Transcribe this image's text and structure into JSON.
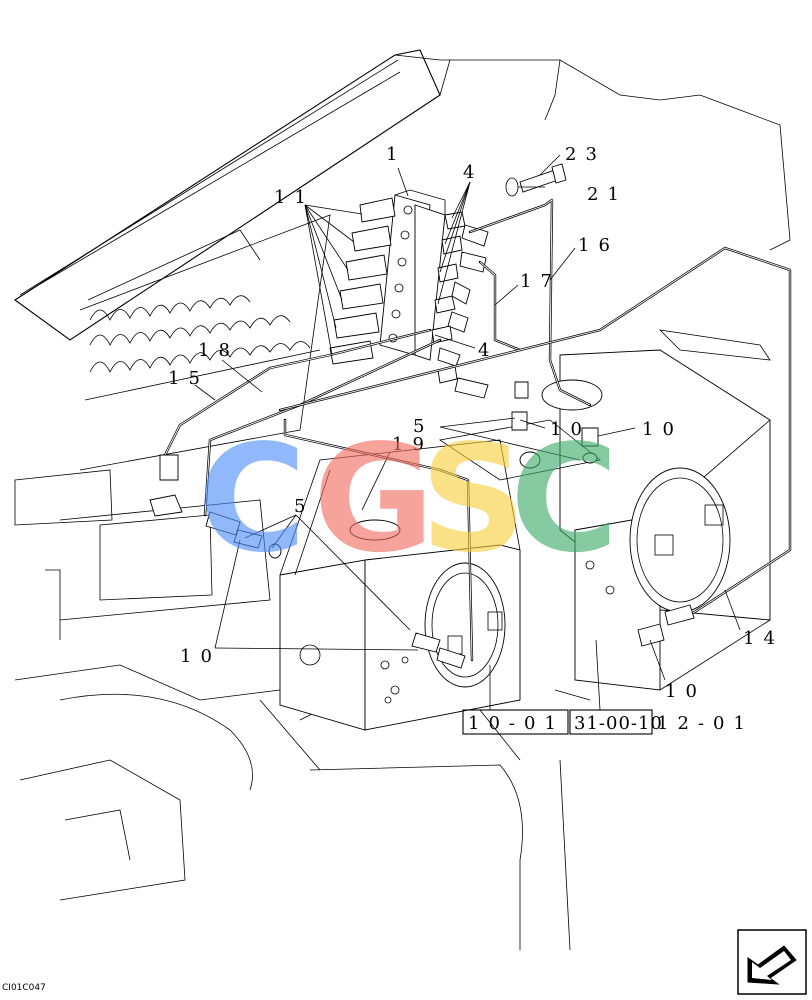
{
  "callouts": [
    {
      "key": "c1",
      "text": "1"
    },
    {
      "key": "c11",
      "text": "11"
    },
    {
      "key": "c4a",
      "text": "4"
    },
    {
      "key": "c4b",
      "text": "4"
    },
    {
      "key": "c23",
      "text": "23"
    },
    {
      "key": "c21",
      "text": "21"
    },
    {
      "key": "c16",
      "text": "16"
    },
    {
      "key": "c17",
      "text": "17"
    },
    {
      "key": "c18",
      "text": "18"
    },
    {
      "key": "c15",
      "text": "15"
    },
    {
      "key": "c19",
      "text": "19"
    },
    {
      "key": "c5a",
      "text": "5"
    },
    {
      "key": "c5b",
      "text": "5"
    },
    {
      "key": "c10a",
      "text": "10"
    },
    {
      "key": "c10b",
      "text": "10"
    },
    {
      "key": "c10c",
      "text": "10"
    },
    {
      "key": "c10d",
      "text": "10"
    },
    {
      "key": "c14",
      "text": "14"
    }
  ],
  "references": [
    {
      "key": "r1",
      "text": "10-01"
    },
    {
      "key": "r2",
      "text": "31-00-10"
    },
    {
      "key": "r3",
      "text": "12-01"
    }
  ],
  "drawing_code": "CI01C047",
  "watermark": {
    "letters": [
      {
        "char": "C",
        "color": "#4f8ef7"
      },
      {
        "char": "G",
        "color": "#ef6b5e"
      },
      {
        "char": "S",
        "color": "#f7cf3d"
      },
      {
        "char": "C",
        "color": "#3daa6a"
      }
    ]
  },
  "colors": {
    "line": "#000000",
    "background": "#ffffff"
  },
  "icons": [
    "direction-arrow-icon"
  ]
}
